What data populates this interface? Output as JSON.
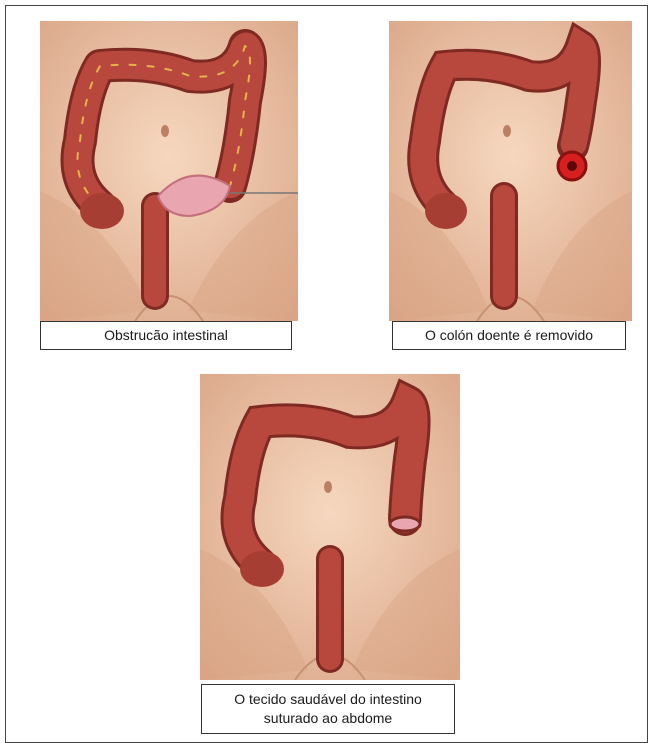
{
  "panels": [
    {
      "caption": "Obstrucão intestinal"
    },
    {
      "caption": "O colón doente é removido"
    },
    {
      "caption_line1": "O tecido saudável do intestino",
      "caption_line2": "suturado ao abdome"
    }
  ],
  "colors": {
    "skin": "#f0c9a9",
    "skin_shadow": "#d9a586",
    "colon": "#b8483d",
    "colon_dark": "#7e2a22",
    "vessel": "#e2b44a",
    "blockage": "#e9a5b0",
    "stoma": "#d81f1f"
  }
}
